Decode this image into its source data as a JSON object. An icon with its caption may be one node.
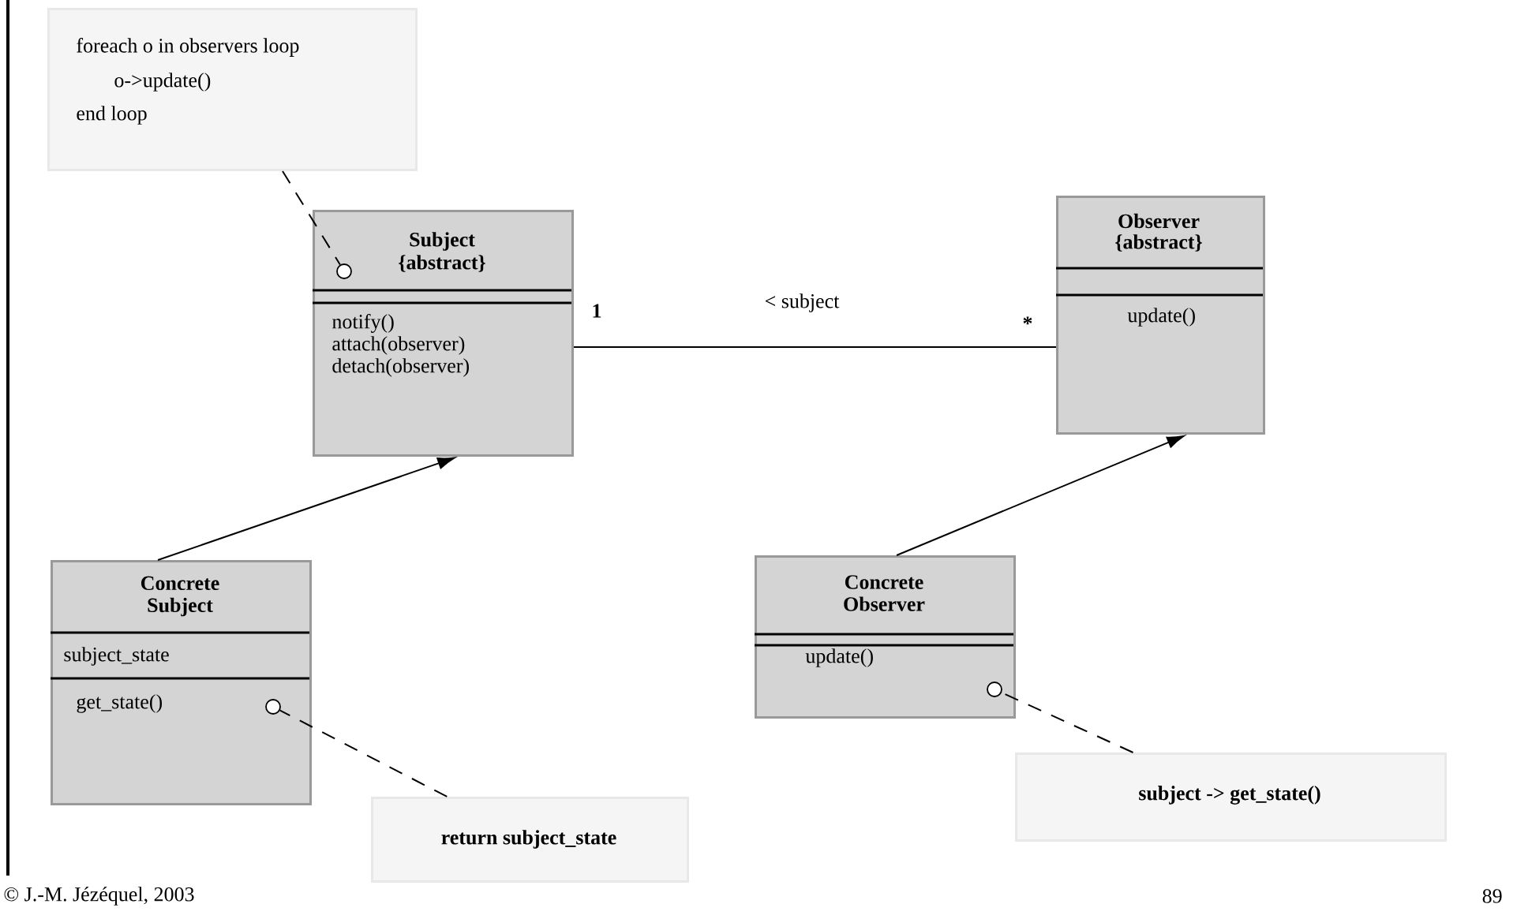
{
  "diagram": {
    "nodes": [
      {
        "text": [
          "foreach o in observers loop",
          "o->update()",
          "end loop"
        ]
      },
      {
        "text": [
          "Subject",
          "{abstract}",
          "notify()",
          "attach(observer)",
          "detach(observer)"
        ]
      },
      {
        "text": [],
        "shape": "circle",
        "in": 1
      },
      {
        "text": [
          "Observer",
          "{abstract}",
          "update()"
        ]
      },
      {
        "text": [
          "Concrete Subject",
          "subject_state",
          "get_state()"
        ]
      },
      {
        "text": [],
        "shape": "circle",
        "in": 4
      },
      {
        "text": [
          "Concrete Observer",
          "update()"
        ]
      },
      {
        "text": [],
        "shape": "circle",
        "in": 6
      },
      {
        "text": [
          "return subject_state"
        ]
      },
      {
        "text": [
          "subject -> get_state()"
        ]
      }
    ],
    "edges": [
      {
        "from": 0,
        "to": 2,
        "arrow": "none",
        "style": "dashed"
      },
      {
        "from": 1,
        "to": 3,
        "arrow": "none",
        "label": "< subject"
      },
      {
        "from": 4,
        "to": 1,
        "arrow": "to"
      },
      {
        "from": 6,
        "to": 3,
        "arrow": "to"
      },
      {
        "from": 8,
        "to": 5,
        "arrow": "none",
        "style": "dashed"
      },
      {
        "from": 9,
        "to": 7,
        "arrow": "none",
        "style": "dashed"
      }
    ],
    "labels": [
      "1",
      "*",
      "© J.-M. Jézéquel, 2003",
      "89"
    ]
  }
}
